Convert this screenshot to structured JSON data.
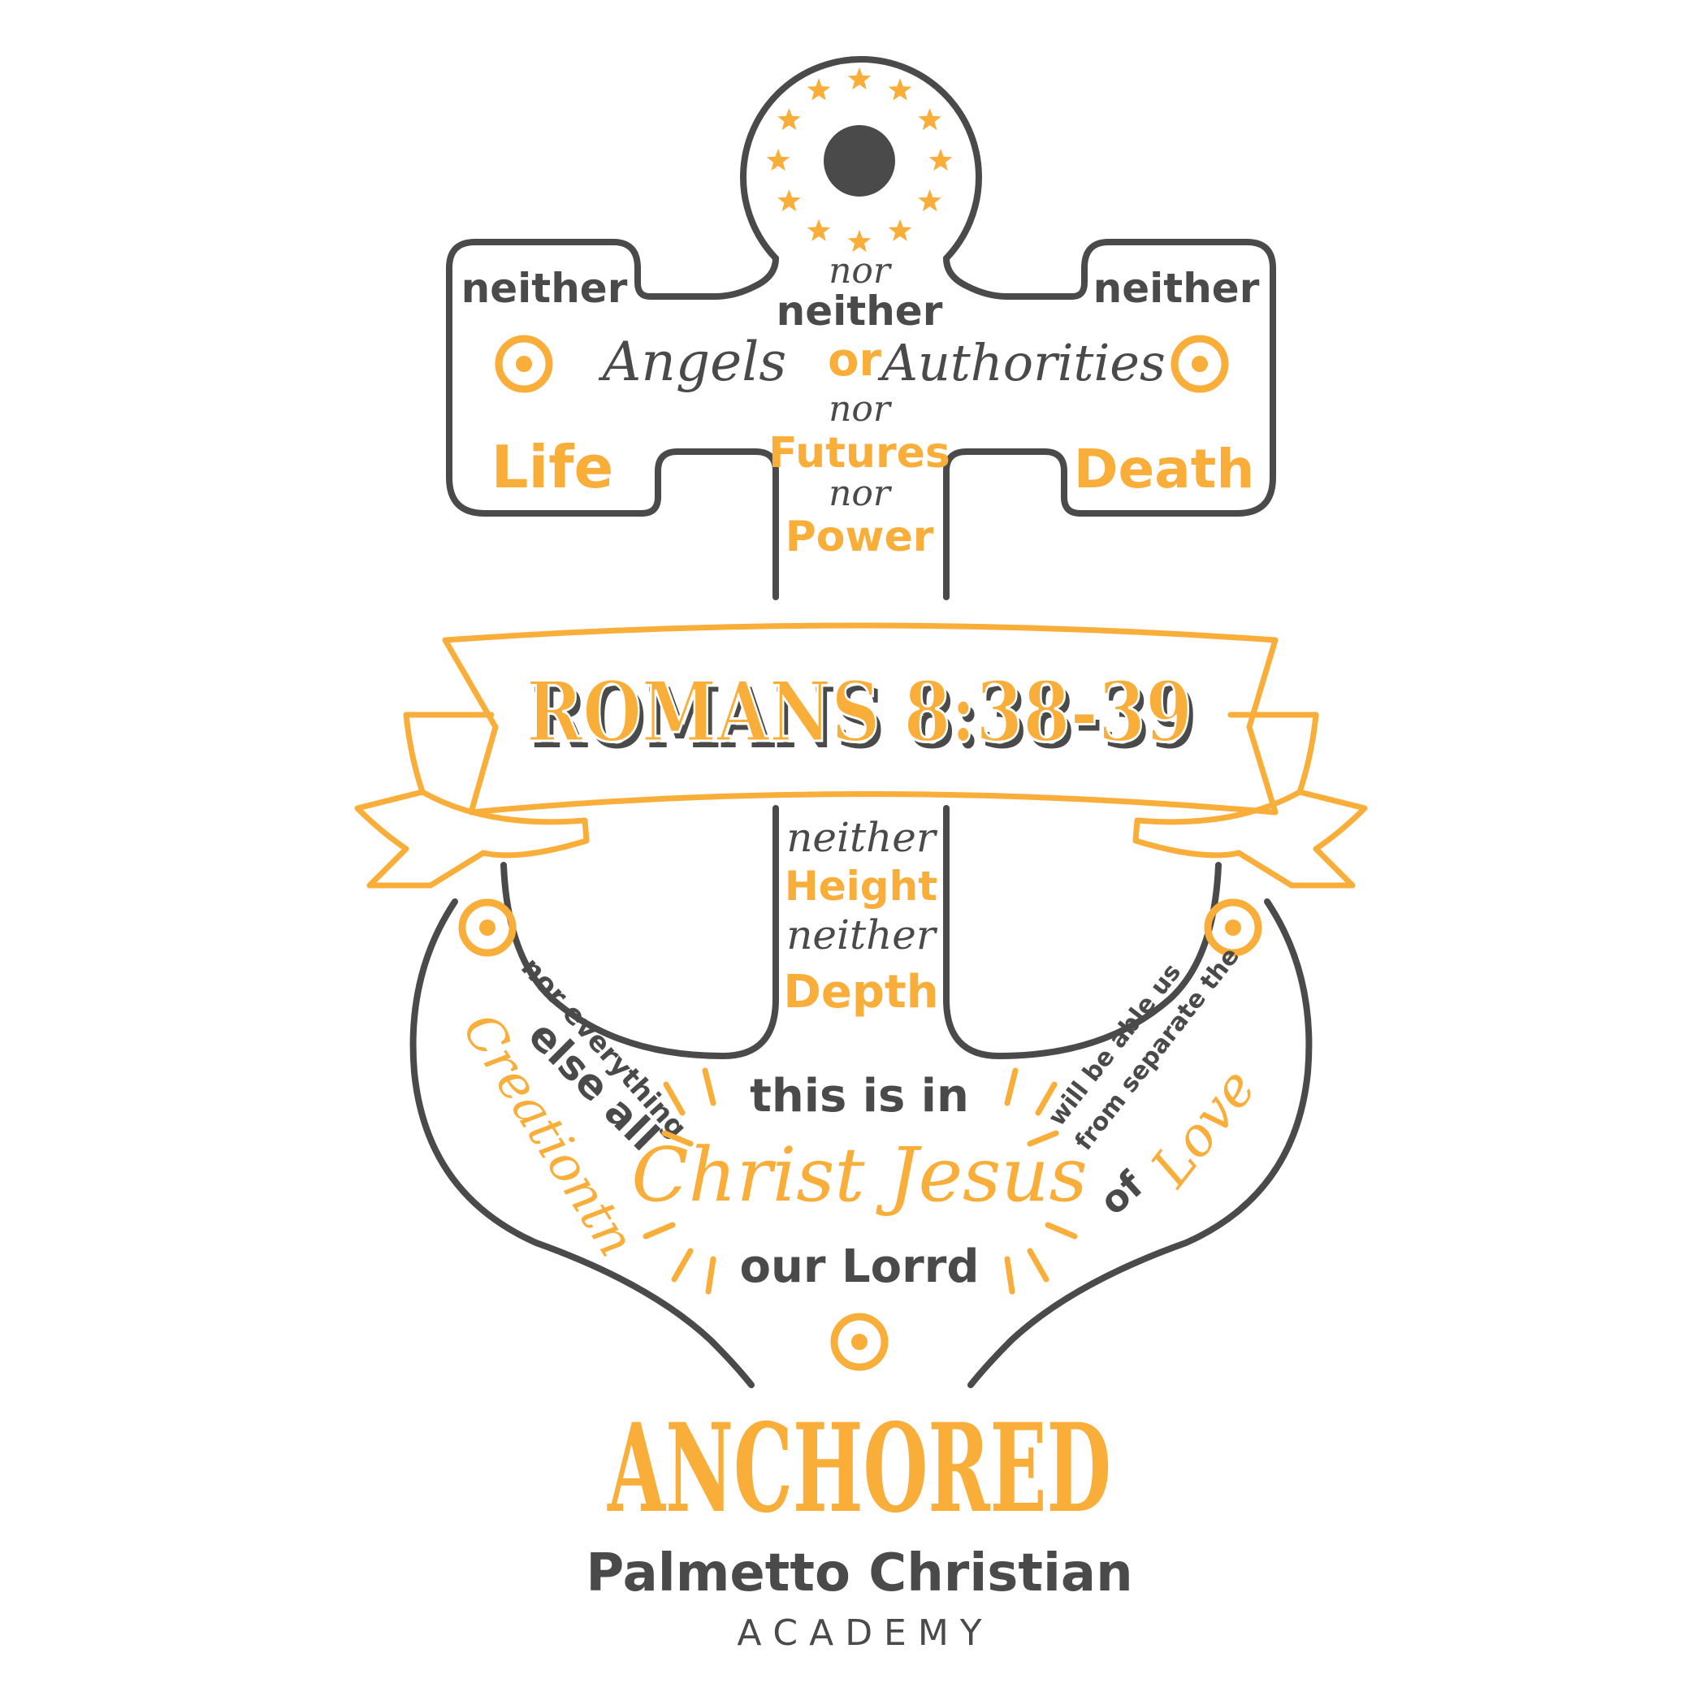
{
  "colors": {
    "gold": "#F9AE39",
    "charcoal": "#4A4A4A",
    "white": "#FFFFFF"
  },
  "anchor_text": {
    "left_neither": "neither",
    "right_neither": "neither",
    "nor_1": "nor",
    "neither_top": "neither",
    "angels": "Angels",
    "or": "or",
    "authorities": "Authorities",
    "nor_2": "nor",
    "life": "Life",
    "futures": "Futures",
    "death": "Death",
    "nor_3": "nor",
    "power": "Power",
    "neither_2": "neither",
    "height": "Height",
    "neither_3": "neither",
    "depth": "Depth",
    "nor_everything": "nor everything",
    "else_all": "else all",
    "creationtn": "Creationtn",
    "this_is_in": "this is in",
    "christ_jesus": "Christ Jesus",
    "our_lorrd": "our Lorrd",
    "will_be_able_us": "will be able us",
    "from_separate_the": "from separate the",
    "of": "of",
    "love": "Love"
  },
  "banner": {
    "verse": "ROMANS 8:38-39"
  },
  "footer": {
    "title": "ANCHORED",
    "school": "Palmetto Christian",
    "academy": "A C A D E M Y"
  }
}
